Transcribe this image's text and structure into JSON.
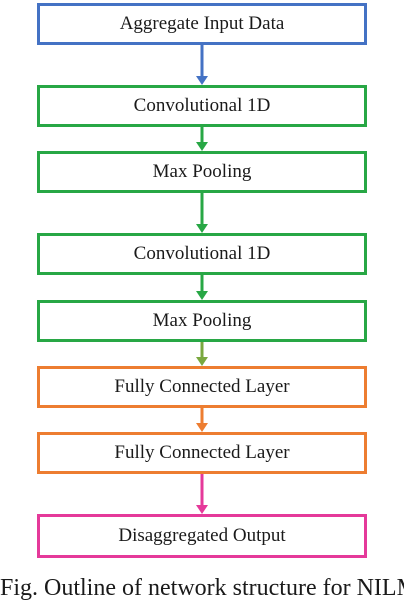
{
  "colors": {
    "input": "#4472c4",
    "conv": "#28a745",
    "fc": "#ed7d31",
    "output": "#e5399a",
    "arrow_blue": "#4472c4",
    "arrow_green": "#28a745",
    "arrow_olive": "#7aa83f",
    "arrow_orange": "#ed7d31",
    "arrow_pink": "#e5399a"
  },
  "diagram": {
    "nodes": [
      {
        "id": "n0",
        "label": "Aggregate Input Data",
        "color": "#4472c4"
      },
      {
        "id": "n1",
        "label": "Convolutional 1D",
        "color": "#28a745"
      },
      {
        "id": "n2",
        "label": "Max Pooling",
        "color": "#28a745"
      },
      {
        "id": "n3",
        "label": "Convolutional 1D",
        "color": "#28a745"
      },
      {
        "id": "n4",
        "label": "Max Pooling",
        "color": "#28a745"
      },
      {
        "id": "n5",
        "label": "Fully Connected Layer",
        "color": "#ed7d31"
      },
      {
        "id": "n6",
        "label": "Fully Connected Layer",
        "color": "#ed7d31"
      },
      {
        "id": "n7",
        "label": "Disaggregated Output",
        "color": "#e5399a"
      }
    ],
    "edges": [
      {
        "from": "n0",
        "to": "n1",
        "color": "#4472c4"
      },
      {
        "from": "n1",
        "to": "n2",
        "color": "#28a745"
      },
      {
        "from": "n2",
        "to": "n3",
        "color": "#28a745"
      },
      {
        "from": "n3",
        "to": "n4",
        "color": "#28a745"
      },
      {
        "from": "n4",
        "to": "n5",
        "color": "#7aa83f"
      },
      {
        "from": "n5",
        "to": "n6",
        "color": "#ed7d31"
      },
      {
        "from": "n6",
        "to": "n7",
        "color": "#e5399a"
      }
    ]
  },
  "caption": {
    "text": "Fig. Outline of network structure for NILM"
  }
}
